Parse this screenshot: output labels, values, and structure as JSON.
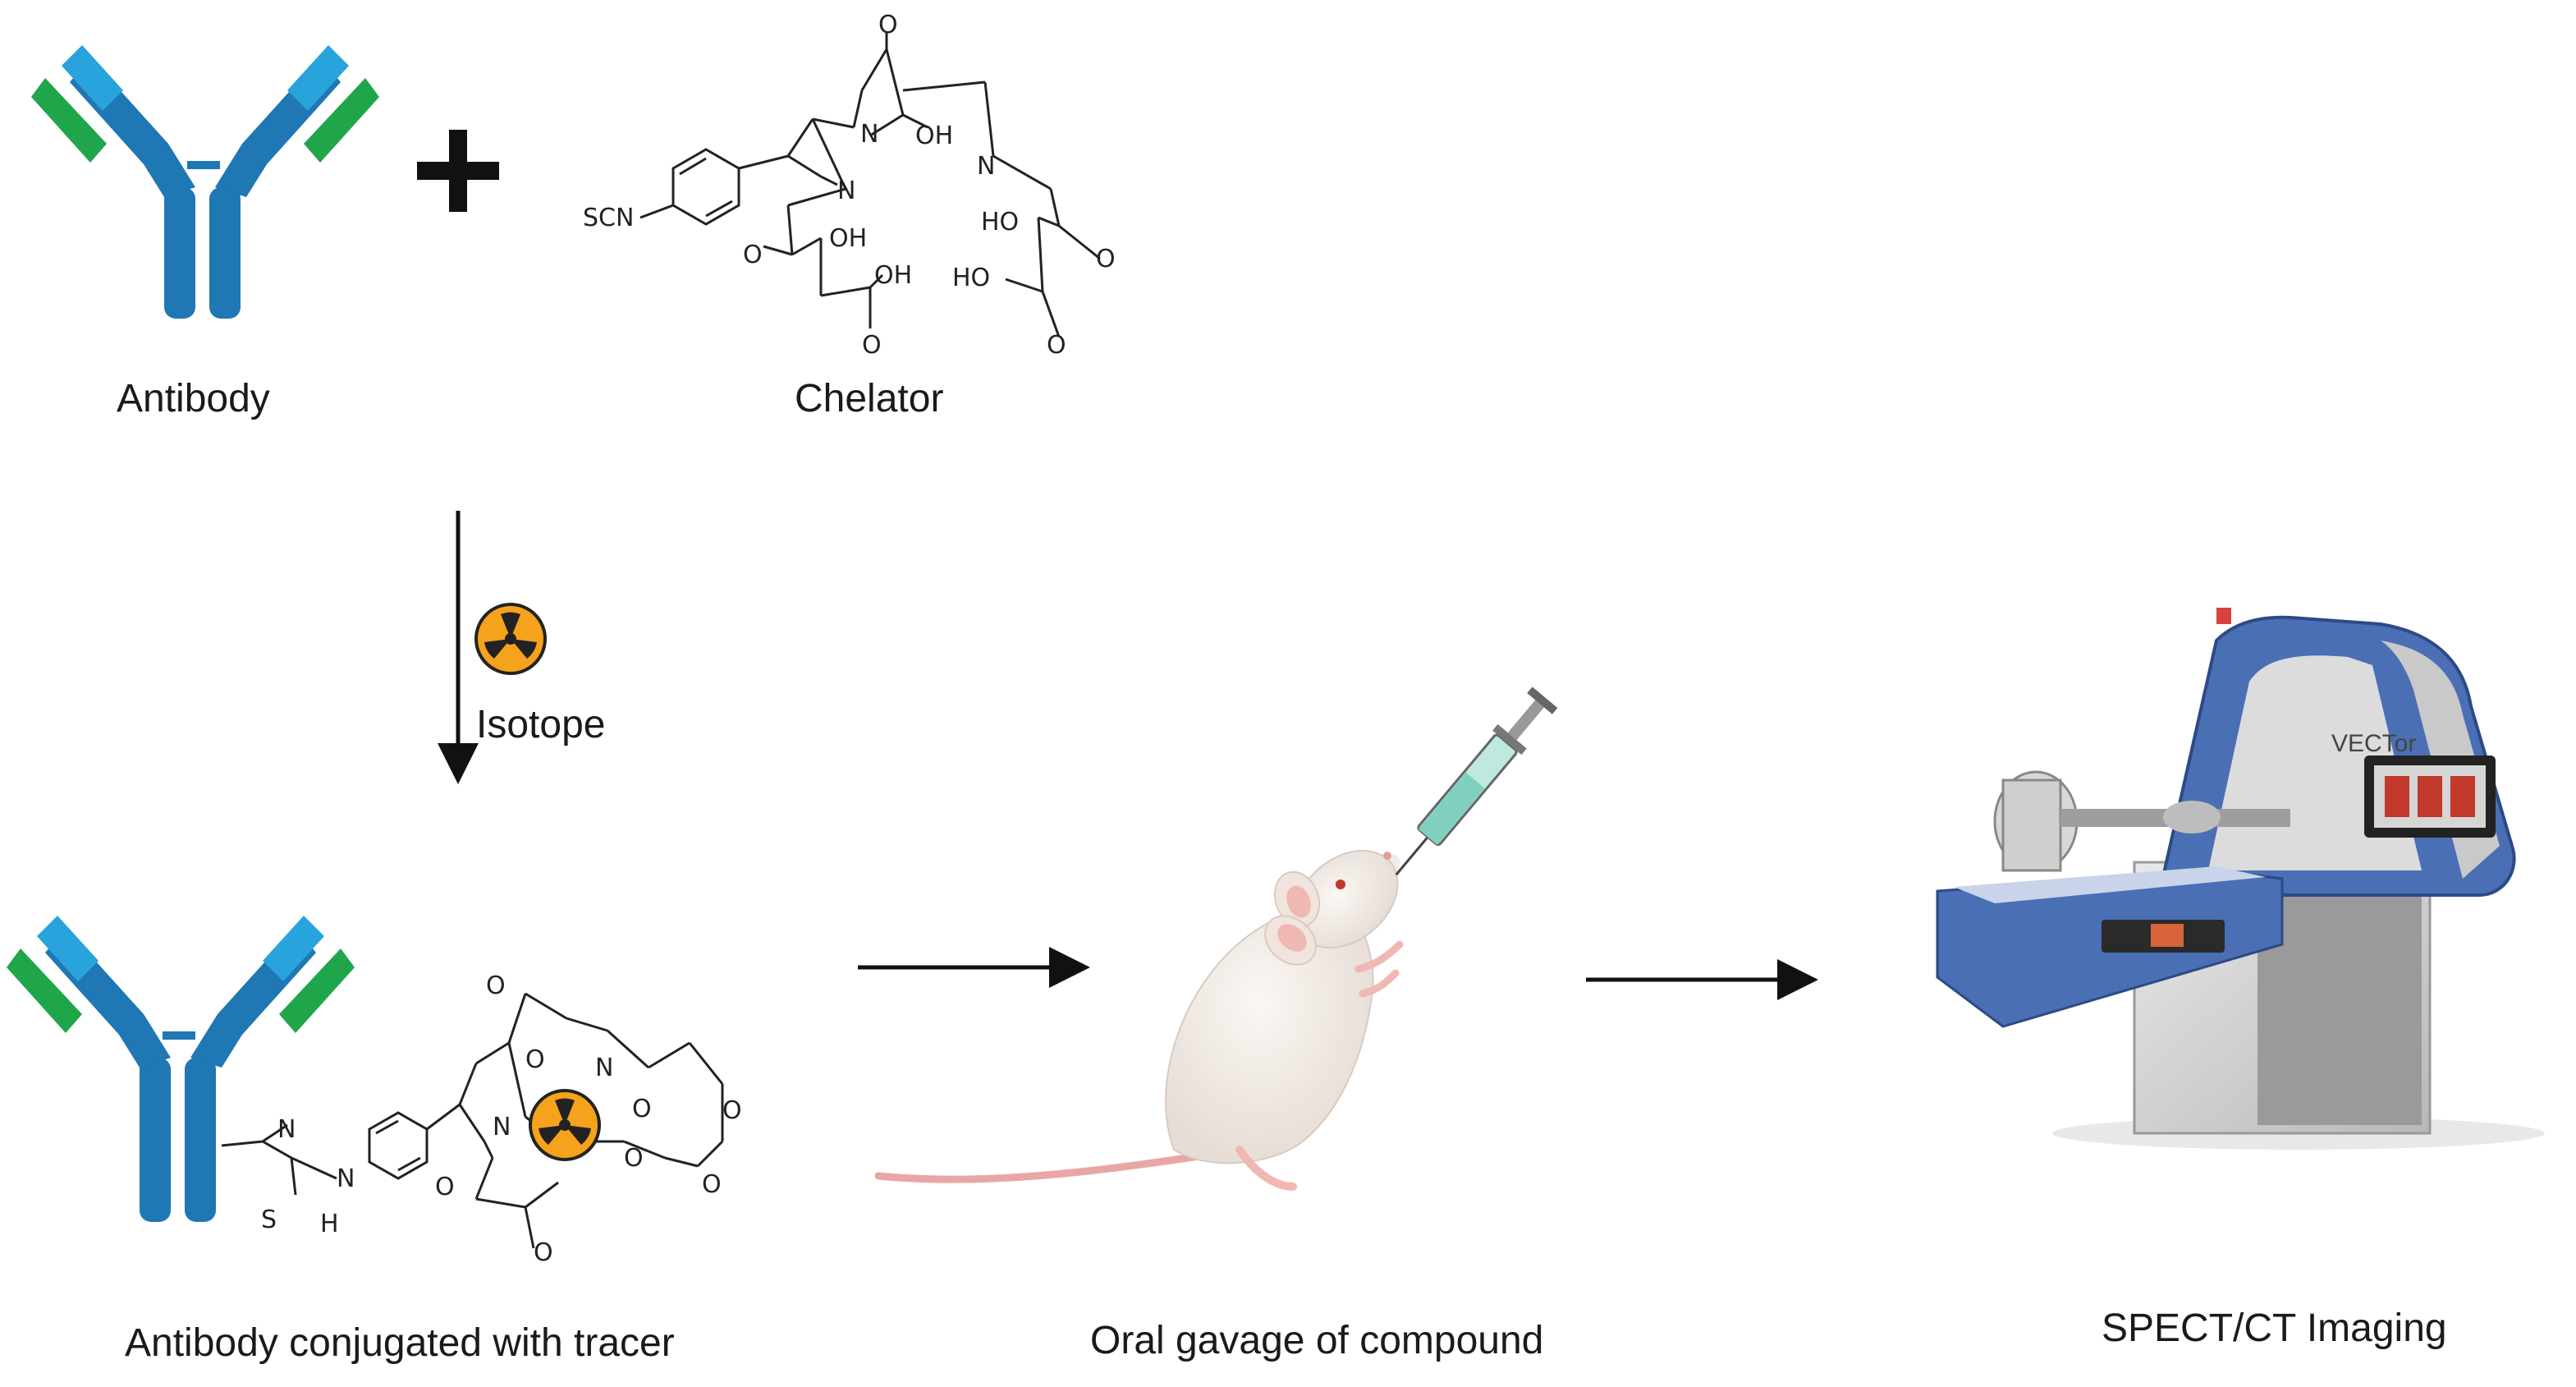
{
  "labels": {
    "antibody": "Antibody",
    "chelator": "Chelator",
    "isotope": "Isotope",
    "conjugate": "Antibody conjugated with tracer",
    "gavage": "Oral gavage of compound",
    "imaging": "SPECT/CT Imaging"
  },
  "chemistry": {
    "scn": "SCN",
    "n": "N",
    "oh": "OH",
    "ho": "HO",
    "o": "O",
    "s": "S",
    "h": "H"
  },
  "device": {
    "brand": "VECTor"
  },
  "colors": {
    "antibody_blue": "#1f77b4",
    "antibody_light": "#29a3dc",
    "antibody_green": "#1fa64a",
    "radiation_orange": "#f5a21c",
    "scanner_blue": "#4a6fb5"
  }
}
